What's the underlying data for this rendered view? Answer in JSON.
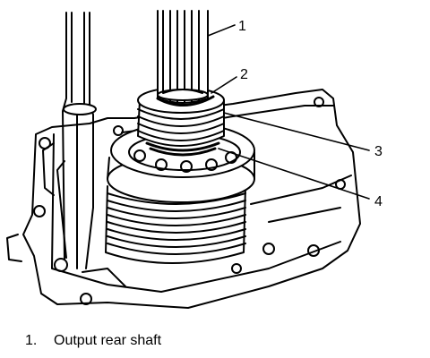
{
  "callouts": [
    {
      "number": "1"
    },
    {
      "number": "2"
    },
    {
      "number": "3"
    },
    {
      "number": "4"
    }
  ],
  "legend": [
    {
      "number": "1.",
      "text": "Output rear shaft"
    }
  ]
}
